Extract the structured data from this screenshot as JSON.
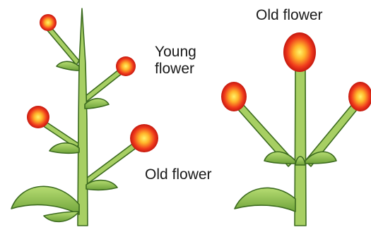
{
  "labels": {
    "young_flower_line1": "Young",
    "young_flower_line2": "flower",
    "old_flower_left": "Old flower",
    "old_flower_right": "Old flower"
  },
  "colors": {
    "stem": "#a7cf63",
    "stem_stroke": "#3c6b1f",
    "leaf": "#8fc04c",
    "flower_outer": "#e8281c",
    "flower_inner": "#ffd23a"
  },
  "icons": {
    "flower": "red-flower-bud-icon",
    "leaf": "leaf-icon"
  }
}
